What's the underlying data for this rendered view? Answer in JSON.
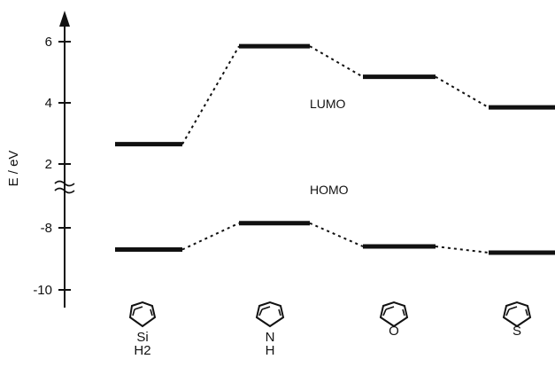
{
  "chart_data": {
    "type": "line",
    "ylabel": "E / eV",
    "y_ticks": [
      "6",
      "4",
      "2",
      "-8",
      "-10"
    ],
    "axis_break": true,
    "orbital_labels": {
      "lumo": "LUMO",
      "homo": "HOMO"
    },
    "molecules": [
      {
        "ring": "silole",
        "hetero": "Si",
        "hetero_sub": "H2",
        "lumo": 2.65,
        "homo": -8.7
      },
      {
        "ring": "pyrrole",
        "hetero": "N",
        "hetero_sub": "H",
        "lumo": 5.85,
        "homo": -7.85
      },
      {
        "ring": "furan",
        "hetero": "O",
        "hetero_sub": "",
        "lumo": 4.85,
        "homo": -8.6
      },
      {
        "ring": "thiophene",
        "hetero": "S",
        "hetero_sub": "",
        "lumo": 3.85,
        "homo": -8.8
      }
    ]
  }
}
